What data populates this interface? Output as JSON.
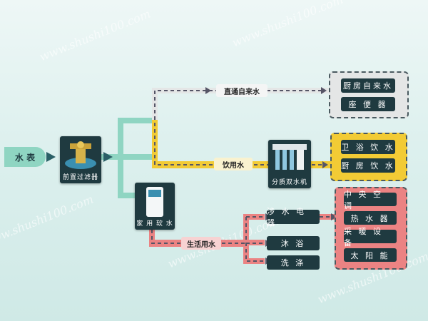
{
  "colors": {
    "green": "#8fd5c2",
    "yellow": "#f2cb35",
    "red": "#eb8383",
    "gray": "#e4e6e6",
    "dark": "#1f3a40"
  },
  "source": {
    "label": "水 表"
  },
  "pre_filter": {
    "label": "前置过滤器"
  },
  "softener": {
    "label": "家 用 软 水"
  },
  "dual_machine": {
    "label": "分质双水机"
  },
  "routes": {
    "direct": "直通自来水",
    "drinking": "饮用水",
    "domestic": "生活用水"
  },
  "groups": {
    "direct": [
      "厨房自来水",
      "座 便 器"
    ],
    "drinking": [
      "卫 浴 饮 水",
      "厨 房 饮 水"
    ],
    "domestic": [
      "中 央 空 调",
      "热 水 器",
      "采 暖 设 备",
      "太 阳 能"
    ]
  },
  "domestic_uses": [
    "涉 水 电 器",
    "沐 浴",
    "洗 涤"
  ],
  "watermark": "www.shushi100.com"
}
